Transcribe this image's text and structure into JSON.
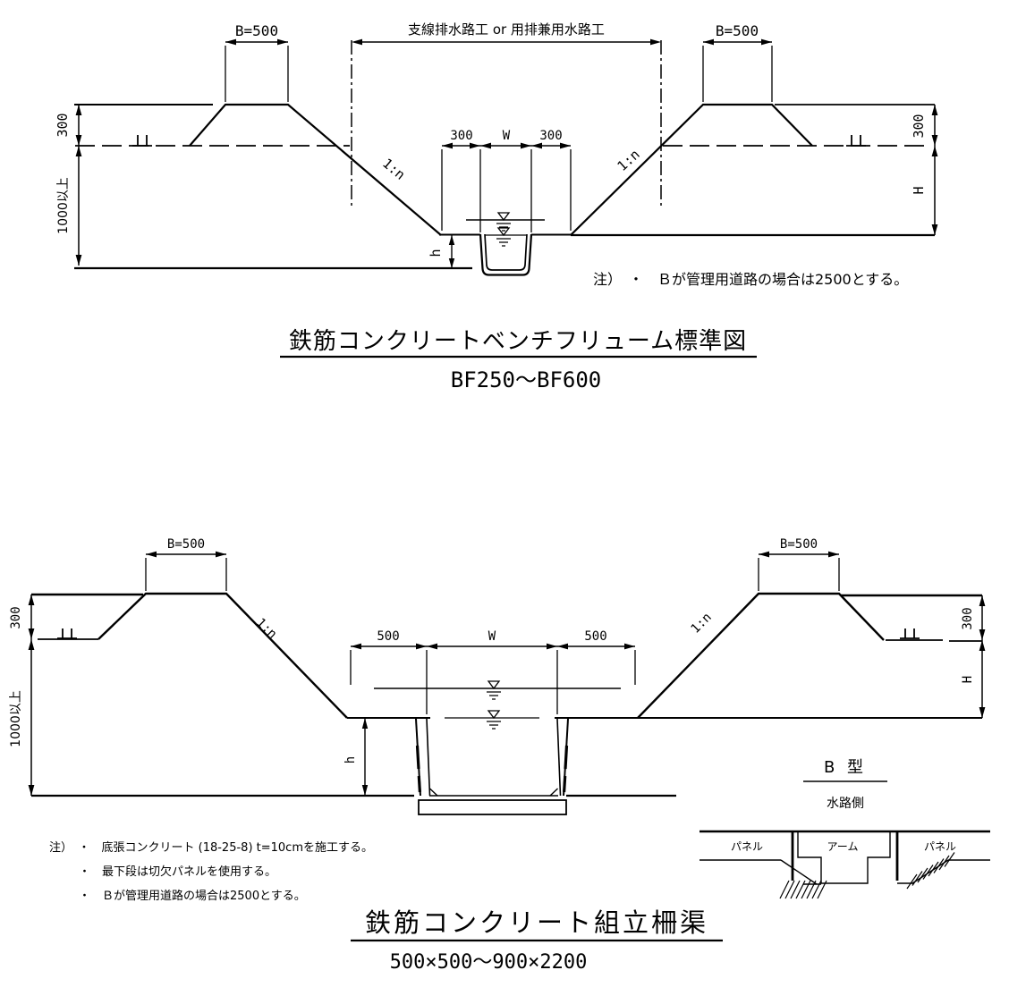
{
  "colors": {
    "line": "#000000",
    "background": "#ffffff"
  },
  "top": {
    "span_label": "支線排水路工 or 用排兼用水路工",
    "b_left": "B=500",
    "b_right": "B=500",
    "left_300": "300",
    "left_depth": "1000以上",
    "right_300": "300",
    "right_H": "H",
    "slope_left": "1:n",
    "slope_right": "1:n",
    "w_left": "300",
    "w_mid": "W",
    "w_right": "300",
    "h": "h",
    "note": "注）　・　Ｂが管理用道路の場合は2500とする。",
    "title": "鉄筋コンクリートベンチフリューム標準図",
    "subtitle": "BF250～BF600"
  },
  "bottom": {
    "b_left": "B=500",
    "b_right": "B=500",
    "left_300": "300",
    "left_depth": "1000以上",
    "right_300": "300",
    "right_H": "H",
    "slope_left": "1:n",
    "slope_right": "1:n",
    "w_left": "500",
    "w_mid": "W",
    "w_right": "500",
    "h": "h",
    "type_label": "B 型",
    "side_label": "水路側",
    "panel_left": "パネル",
    "arm_label": "アーム",
    "panel_right": "パネル",
    "note1": "注）　・　底張コンクリート (18-25-8) t=10cmを施工する。",
    "note2": "・　最下段は切欠パネルを使用する。",
    "note3": "・　Ｂが管理用道路の場合は2500とする。",
    "title": "鉄筋コンクリート組立柵渠",
    "subtitle": "500×500～900×2200"
  }
}
